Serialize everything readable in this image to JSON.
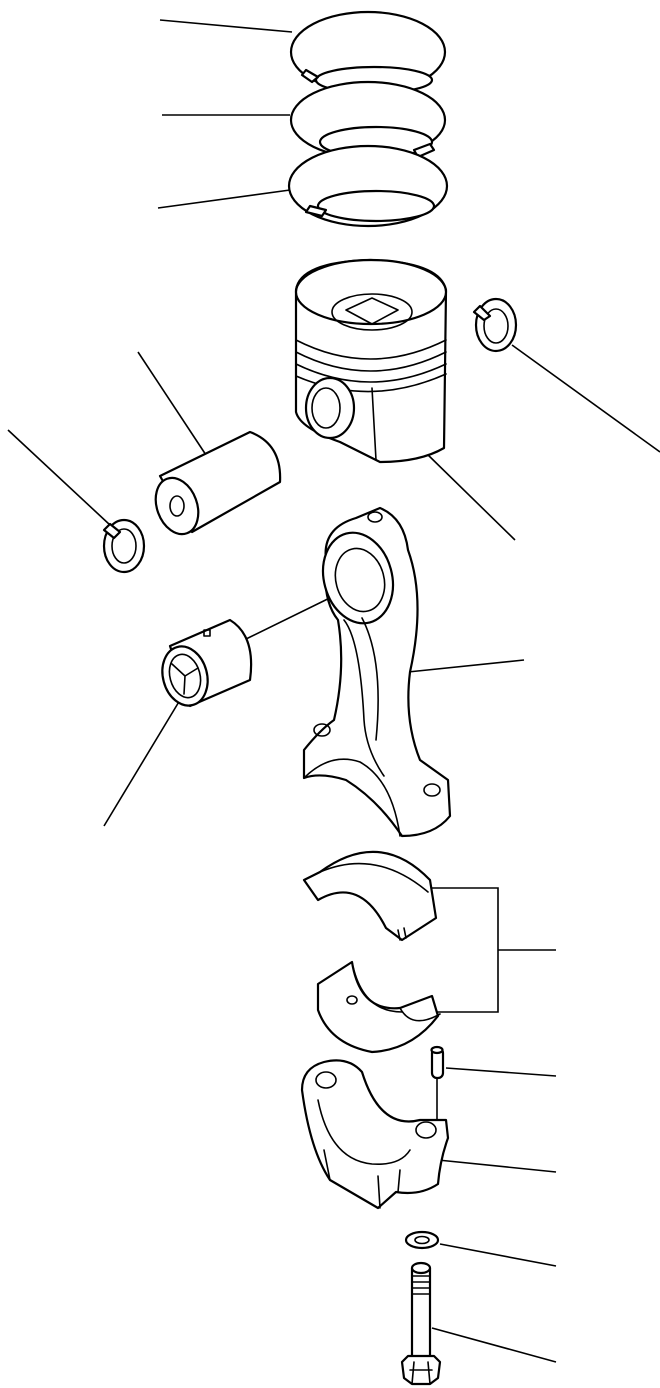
{
  "colors": {
    "line": "#000000",
    "background": "#ffffff"
  },
  "parts": [
    {
      "id": "top-ring",
      "icon": "piston-ring-icon"
    },
    {
      "id": "second-ring",
      "icon": "piston-ring-icon"
    },
    {
      "id": "oil-ring",
      "icon": "piston-ring-icon"
    },
    {
      "id": "piston",
      "icon": "piston-icon"
    },
    {
      "id": "snap-ring-right",
      "icon": "snap-ring-icon"
    },
    {
      "id": "piston-pin",
      "icon": "piston-pin-icon"
    },
    {
      "id": "snap-ring-left",
      "icon": "snap-ring-icon"
    },
    {
      "id": "bushing",
      "icon": "bushing-icon"
    },
    {
      "id": "connecting-rod",
      "icon": "connecting-rod-icon"
    },
    {
      "id": "bearing-upper",
      "icon": "bearing-shell-icon"
    },
    {
      "id": "bearing-lower",
      "icon": "bearing-shell-icon"
    },
    {
      "id": "dowel-pin",
      "icon": "dowel-pin-icon"
    },
    {
      "id": "rod-cap",
      "icon": "rod-cap-icon"
    },
    {
      "id": "washer",
      "icon": "washer-icon"
    },
    {
      "id": "cap-bolt",
      "icon": "bolt-icon"
    }
  ]
}
